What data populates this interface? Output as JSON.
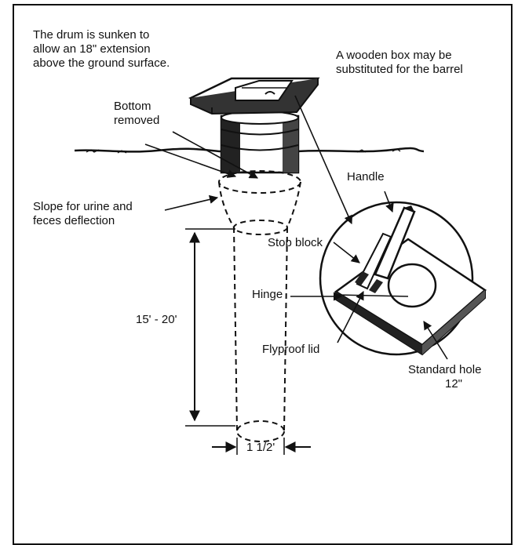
{
  "labels": {
    "drum_note_1": "The drum is sunken to",
    "drum_note_2": "allow an 18\" extension",
    "drum_note_3": "above the ground surface.",
    "box_note_1": "A wooden box may be",
    "box_note_2": "substituted for the barrel",
    "bottom_removed_1": "Bottom",
    "bottom_removed_2": "removed",
    "slope_1": "Slope for urine and",
    "slope_2": "feces deflection",
    "handle": "Handle",
    "stop_block": "Stop block",
    "hinge": "Hinge",
    "depth": "15' - 20'",
    "flyproof_lid": "Flyproof lid",
    "standard_hole_1": "Standard hole",
    "standard_hole_2": "12\"",
    "diameter": "1 1/2'"
  }
}
